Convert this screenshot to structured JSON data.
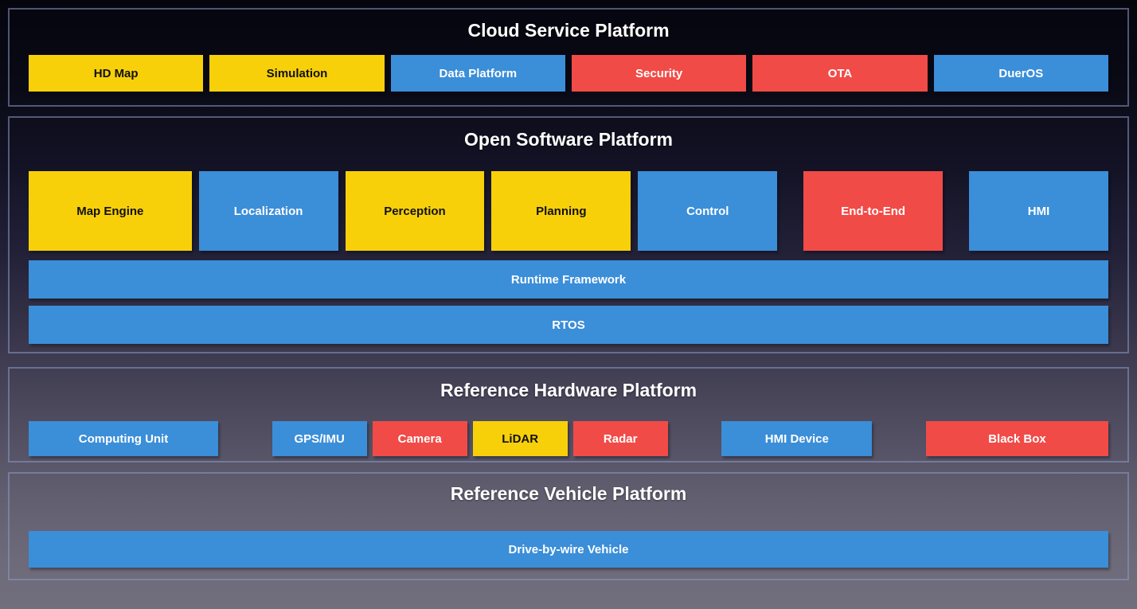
{
  "colors": {
    "yellow": "#F8D00A",
    "blue": "#3B8ED8",
    "red": "#F14B47",
    "section_border": "#8A99C6",
    "title_text": "#FFFFFF"
  },
  "cloud": {
    "title": "Cloud Service Platform",
    "items": [
      {
        "label": "HD Map",
        "color": "yellow"
      },
      {
        "label": "Simulation",
        "color": "yellow"
      },
      {
        "label": "Data Platform",
        "color": "blue"
      },
      {
        "label": "Security",
        "color": "red"
      },
      {
        "label": "OTA",
        "color": "red"
      },
      {
        "label": "DuerOS",
        "color": "blue"
      }
    ]
  },
  "software": {
    "title": "Open Software Platform",
    "modules": [
      {
        "label": "Map Engine",
        "color": "yellow"
      },
      {
        "label": "Localization",
        "color": "blue"
      },
      {
        "label": "Perception",
        "color": "yellow"
      },
      {
        "label": "Planning",
        "color": "yellow"
      },
      {
        "label": "Control",
        "color": "blue"
      },
      {
        "label": "End-to-End",
        "color": "red"
      },
      {
        "label": "HMI",
        "color": "blue"
      }
    ],
    "runtime_framework": {
      "label": "Runtime Framework",
      "color": "blue"
    },
    "rtos": {
      "label": "RTOS",
      "color": "blue"
    }
  },
  "hardware": {
    "title": "Reference Hardware Platform",
    "computing_unit": {
      "label": "Computing Unit",
      "color": "blue"
    },
    "sensors": [
      {
        "label": "GPS/IMU",
        "color": "blue"
      },
      {
        "label": "Camera",
        "color": "red"
      },
      {
        "label": "LiDAR",
        "color": "yellow"
      },
      {
        "label": "Radar",
        "color": "red"
      }
    ],
    "hmi_device": {
      "label": "HMI Device",
      "color": "blue"
    },
    "black_box": {
      "label": "Black Box",
      "color": "red"
    }
  },
  "vehicle": {
    "title": "Reference Vehicle Platform",
    "bar": {
      "label": "Drive-by-wire Vehicle",
      "color": "blue"
    }
  }
}
